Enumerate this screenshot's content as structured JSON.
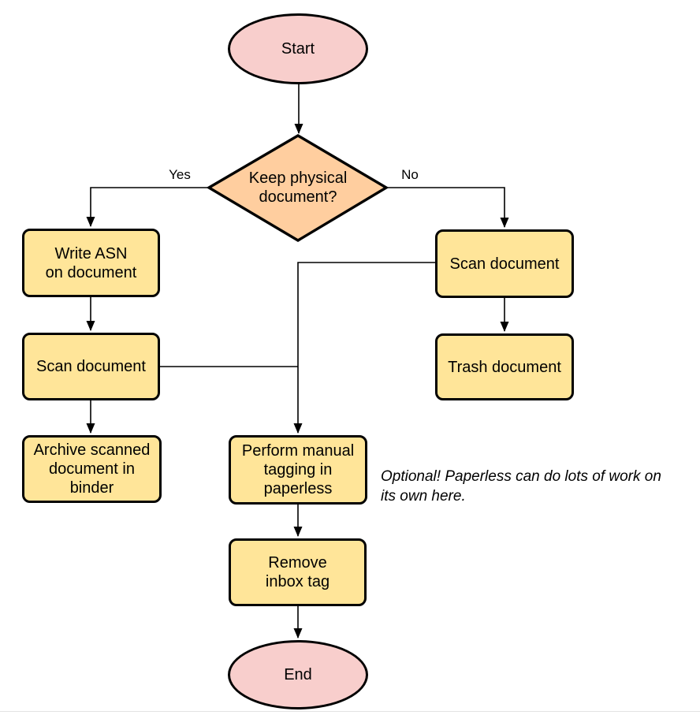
{
  "nodes": {
    "start": {
      "label": "Start",
      "type": "terminal"
    },
    "decision": {
      "label": "Keep physical\ndocument?",
      "type": "decision"
    },
    "write_asn": {
      "label": "Write ASN\non document",
      "type": "process"
    },
    "scan_left": {
      "label": "Scan document",
      "type": "process"
    },
    "archive": {
      "label": "Archive scanned\ndocument in\nbinder",
      "type": "process"
    },
    "scan_right": {
      "label": "Scan document",
      "type": "process"
    },
    "trash": {
      "label": "Trash document",
      "type": "process"
    },
    "perform_tagging": {
      "label": "Perform manual\ntagging in\npaperless",
      "type": "process"
    },
    "remove_inbox_tag": {
      "label": "Remove\ninbox tag",
      "type": "process"
    },
    "end": {
      "label": "End",
      "type": "terminal"
    }
  },
  "edges": {
    "yes_label": "Yes",
    "no_label": "No"
  },
  "note": {
    "text": "Optional! Paperless can do lots of work on\nits own here."
  },
  "colors": {
    "terminal_fill": "#F8CECC",
    "decision_fill": "#FFCE9F",
    "process_fill": "#FFE599",
    "stroke": "#000000"
  }
}
